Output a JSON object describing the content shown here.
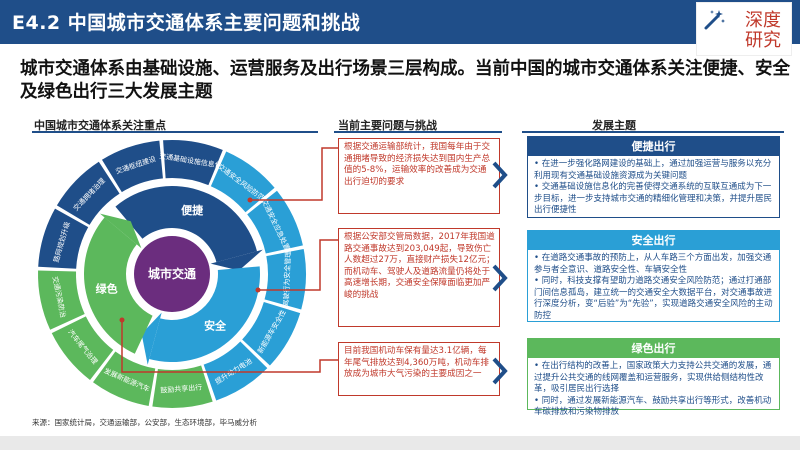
{
  "header": {
    "title": "E4.2 中国城市交通体系主要问题和挑战"
  },
  "logo": {
    "line1": "深度",
    "line2": "研究"
  },
  "intro": "城市交通体系由基础设施、运营服务及出行场景三层构成。当前中国的城市交通体系关注便捷、安全及绿色出行三大发展主题",
  "columns": {
    "focus": "中国城市交通体系关注重点",
    "problems": "当前主要问题与挑战",
    "themes": "发展主题"
  },
  "wheel": {
    "center": "城市交通",
    "themes": [
      "便捷",
      "安全",
      "绿色"
    ],
    "outer": [
      "交通拥堵治理",
      "交通枢纽建设",
      "交通基础设施信息化",
      "交通安全风险防范",
      "交通安全应急处置",
      "驾驶行为安全管理",
      "新能源车安全性",
      "提升动力电池",
      "鼓励共享出行",
      "发展新能源汽车",
      "汽车尾气治理",
      "交通污染防治",
      "路网规划升级"
    ]
  },
  "challenges": [
    "根据交通运输部统计，我国每年由于交通拥堵导致的经济损失达到国内生产总值的5-8%，运输效率的改善成为交通出行迫切的要求",
    "根据公安部交管局数据，2017年我国道路交通事故达到203,049起，导致伤亡人数超过27万，直接财产损失12亿元；而机动车、驾驶人及道路流量仍将处于高速增长期，交通安全保障面临更加严峻的挑战",
    "目前我国机动车保有量达3.1亿辆，每年尾气排放达到4,360万吨，机动车排放成为城市大气污染的主要成因之一"
  ],
  "themes": [
    {
      "title": "便捷出行",
      "color": "#1f4e89",
      "bullets": [
        "在进一步强化路网建设的基础上，通过加强运营与服务以充分利用现有交通基础设施资源成为关键问题",
        "交通基础设施信息化的完善使得交通系统的互联互通成为下一步目标，进一步支持城市交通的精细化管理和决策，并提升居民出行便捷性"
      ]
    },
    {
      "title": "安全出行",
      "color": "#2a9fd6",
      "bullets": [
        "在道路交通事故的预防上，从人车路三个方面出发，加强交通参与者全意识、道路安全性、车辆安全性",
        "同时，科技支撑有望助力道路交通安全风险防范；通过打通部门间信息孤岛，建立统一的交通安全大数据平台，对交通事故进行深度分析，变“后验”为“先验”，实现道路交通安全风险的主动防控"
      ]
    },
    {
      "title": "绿色出行",
      "color": "#5cb85c",
      "bullets": [
        "在出行结构的改善上，国家政策大力支持公共交通的发展，通过提升公共交通的线网覆盖和运营服务，实现供给侧结构性改革，吸引居民出行选择",
        "同时，通过发展新能源汽车、鼓励共享出行等形式，改善机动车碳排放和污染物排放"
      ]
    }
  ],
  "source": "来源：国家统计局，交通运输部，公安部，生态环境部，毕马威分析",
  "colors": {
    "navy": "#1f4e89",
    "blue": "#2a9fd6",
    "green": "#5cb85c",
    "red": "#c0392b"
  }
}
